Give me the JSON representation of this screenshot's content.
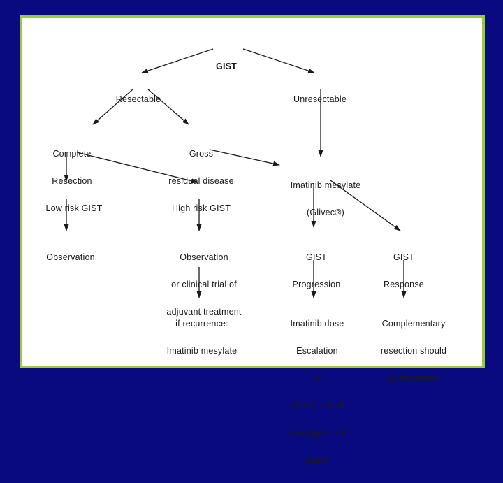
{
  "colors": {
    "background": "#0a0a80",
    "frame_border": "#99cc33",
    "panel": "#ffffff",
    "ink": "#1a1a1a"
  },
  "nodes": {
    "gist": {
      "lines": [
        "GIST"
      ]
    },
    "resectable": {
      "lines": [
        "Resectable"
      ]
    },
    "unresectable": {
      "lines": [
        "Unresectable"
      ]
    },
    "complete_resection": {
      "lines": [
        "Complete",
        "Resection"
      ]
    },
    "gross_residual": {
      "lines": [
        "Gross",
        "residual disease"
      ]
    },
    "imatinib": {
      "lines": [
        "Imatinib mesylate",
        "(Glivec®)"
      ]
    },
    "low_risk": {
      "lines": [
        "Low risk GIST"
      ]
    },
    "high_risk": {
      "lines": [
        "High risk GIST"
      ]
    },
    "observation": {
      "lines": [
        "Observation"
      ]
    },
    "observation_trial": {
      "lines": [
        "Observation",
        "or clinical trial of",
        "adjuvant treatment"
      ]
    },
    "progression": {
      "lines": [
        "GIST",
        "Progression"
      ]
    },
    "response": {
      "lines": [
        "GIST",
        "Response"
      ]
    },
    "recurrence": {
      "lines": [
        "if recurrence:",
        "Imatinib mesylate"
      ]
    },
    "dose_escalation": {
      "lines": [
        "Imatinib dose",
        "Escalation",
        "or",
        "clinical trial of",
        "investigational",
        "agent"
      ]
    },
    "complementary": {
      "lines": [
        "Complementary",
        "resection should",
        "be discussed"
      ]
    }
  }
}
